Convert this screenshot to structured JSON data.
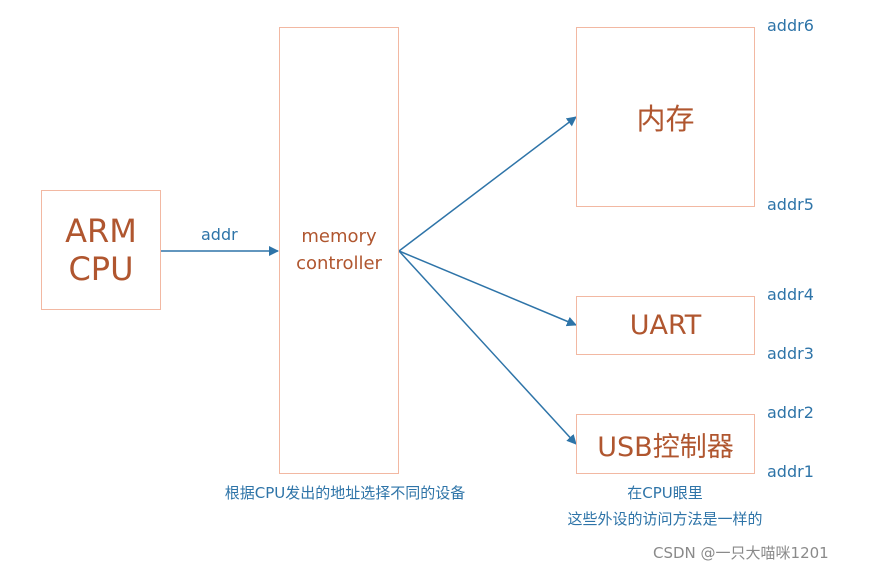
{
  "nodes": {
    "cpu": "ARM\nCPU",
    "memory_controller": "memory\ncontroller",
    "ram": "内存",
    "uart": "UART",
    "usb": "USB控制器"
  },
  "edge_labels": {
    "cpu_to_controller": "addr"
  },
  "address_labels": {
    "addr6": "addr6",
    "addr5": "addr5",
    "addr4": "addr4",
    "addr3": "addr3",
    "addr2": "addr2",
    "addr1": "addr1"
  },
  "notes": {
    "controller_note": "根据CPU发出的地址选择不同的设备",
    "cpu_view_line1": "在CPU眼里",
    "cpu_view_line2": "这些外设的访问方法是一样的"
  },
  "watermark": "CSDN @一只大喵咪1201",
  "colors": {
    "box_border": "#f2b8a2",
    "box_text": "#b0562f",
    "arrow": "#2e74a8",
    "annotation": "#2e74a8"
  }
}
